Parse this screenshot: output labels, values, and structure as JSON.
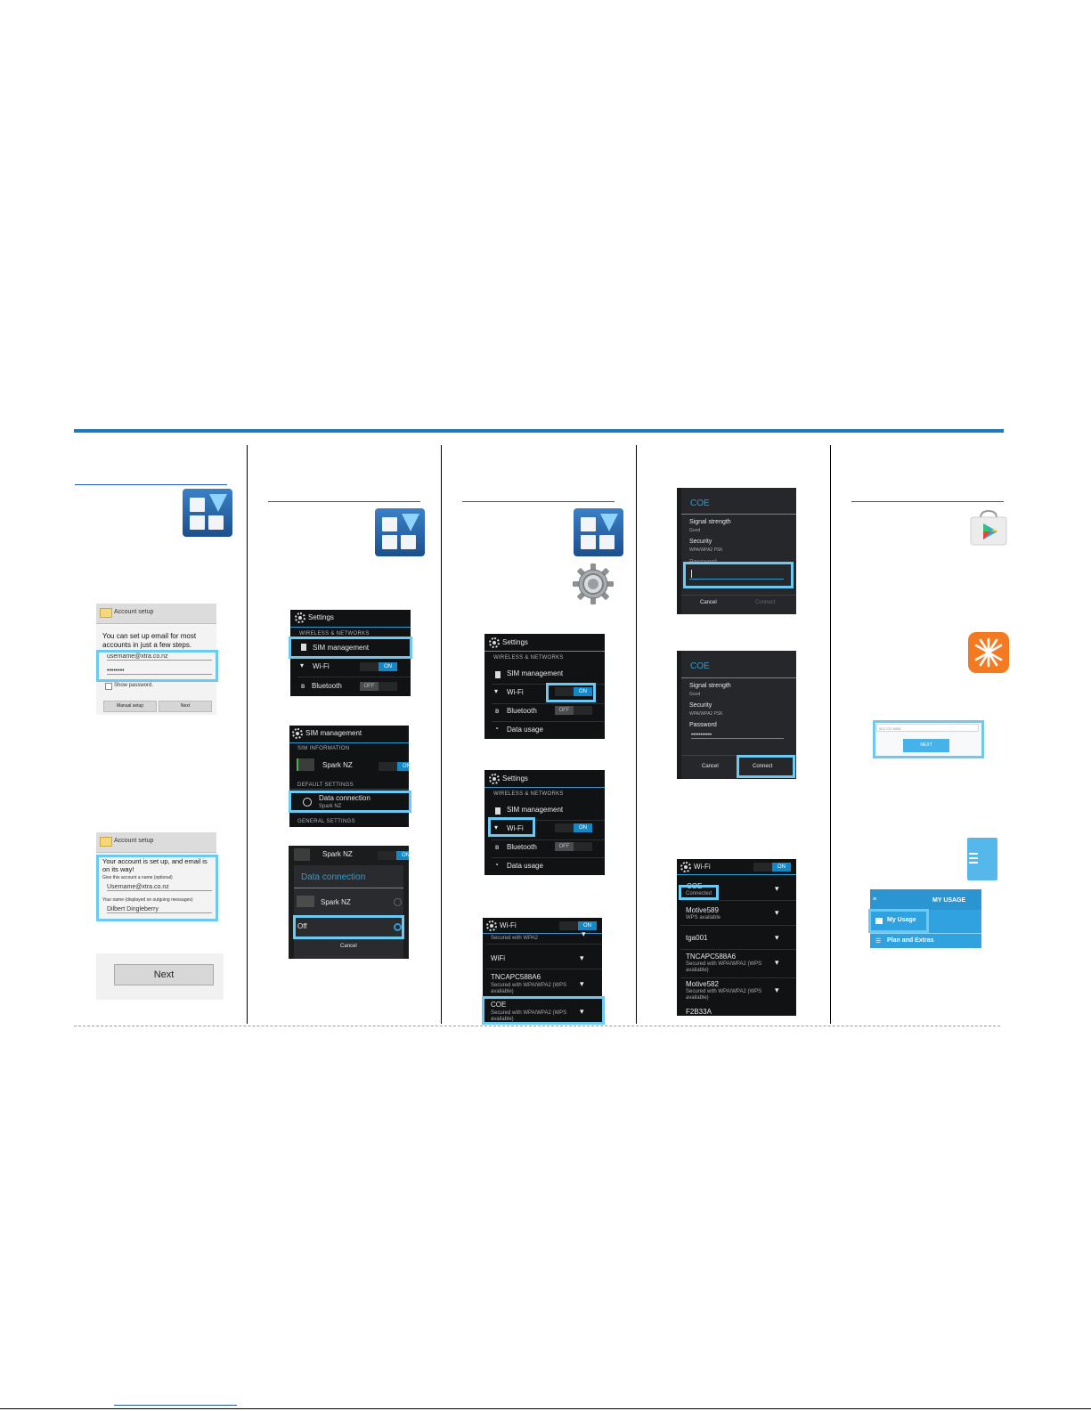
{
  "account1": {
    "title": "Account setup",
    "intro": "You can set up email for most accounts in just a few steps.",
    "email": "username@xtra.co.nz",
    "password": "••••••••",
    "show_password": "Show password.",
    "manual_setup": "Manual setup",
    "next": "Next"
  },
  "account2": {
    "title": "Account setup",
    "message": "Your account is set up, and email is on its way!",
    "name_label": "Give this account a name (optional)",
    "name_value": "Username@xtra.co.nz",
    "your_name_label": "Your name (displayed on outgoing messages)",
    "your_name_value": "Dilbert Dingleberry"
  },
  "next_button": {
    "label": "Next"
  },
  "settings1": {
    "title": "Settings",
    "section": "WIRELESS & NETWORKS",
    "sim": "SIM management",
    "wifi": "Wi-Fi",
    "wifi_state": "ON",
    "bluetooth": "Bluetooth",
    "bluetooth_state": "OFF"
  },
  "sim_mgmt": {
    "title": "SIM management",
    "section_info": "SIM INFORMATION",
    "carrier": "Spark NZ",
    "carrier_state": "ON",
    "section_default": "DEFAULT SETTINGS",
    "data_connection": "Data connection",
    "data_connection_sub": "Spark NZ",
    "section_general": "GENERAL SETTINGS"
  },
  "data_dialog": {
    "carrier": "Spark NZ",
    "carrier_state": "ON",
    "title": "Data connection",
    "option1": "Spark NZ",
    "option2": "Off",
    "cancel": "Cancel"
  },
  "settings2": {
    "title": "Settings",
    "section": "WIRELESS & NETWORKS",
    "sim": "SIM management",
    "wifi": "Wi-Fi",
    "wifi_state": "ON",
    "bluetooth": "Bluetooth",
    "bluetooth_state": "OFF",
    "data_usage": "Data usage"
  },
  "settings3": {
    "title": "Settings",
    "section": "WIRELESS & NETWORKS",
    "sim": "SIM management",
    "wifi": "Wi-Fi",
    "wifi_state": "ON",
    "bluetooth": "Bluetooth",
    "bluetooth_state": "OFF",
    "data_usage": "Data usage"
  },
  "wifi_list1": {
    "title": "Wi-Fi",
    "state": "ON",
    "top_sub": "Secured with WPA2",
    "net1": "WiFi",
    "net2": "TNCAPC588A6",
    "net2_sub": "Secured with WPA/WPA2 (WPS available)",
    "net3": "COE",
    "net3_sub": "Secured with WPA/WPA2 (WPS available)"
  },
  "coe_dialog1": {
    "title": "COE",
    "signal_label": "Signal strength",
    "signal_value": "Good",
    "security_label": "Security",
    "security_value": "WPA/WPA2 PSK",
    "password_label": "Password",
    "cancel": "Cancel",
    "connect": "Connect"
  },
  "coe_dialog2": {
    "title": "COE",
    "signal_label": "Signal strength",
    "signal_value": "Good",
    "security_label": "Security",
    "security_value": "WPA/WPA2 PSK",
    "password_label": "Password",
    "password_value": "•••••••••••",
    "cancel": "Cancel",
    "connect": "Connect"
  },
  "wifi_list2": {
    "title": "Wi-Fi",
    "state": "ON",
    "net1": "COE",
    "net1_sub": "Connected",
    "net2": "Motive589",
    "net2_sub": "WPS available",
    "net3": "tga001",
    "net4": "TNCAPC588A6",
    "net4_sub": "Secured with WPA/WPA2 (WPS available)",
    "net5": "Motive582",
    "net5_sub": "Secured with WPA/WPA2 (WPS available)",
    "net6": "F2B33A"
  },
  "login_mini": {
    "field": "022 123 5344",
    "button": "NEXT"
  },
  "usage_menu": {
    "header": "MY USAGE",
    "item1": "My Usage",
    "item2": "Plan and Extras"
  },
  "colors": {
    "rule_blue": "#1f7bbd",
    "highlight": "#6cc9f2",
    "android_blue": "#2a9fd6",
    "toggle_on": "#1488c6"
  },
  "icons": [
    "apps-icon",
    "settings-gear-icon",
    "play-store-icon",
    "spark-icon",
    "menu-icon",
    "wifi-icon",
    "bluetooth-icon",
    "sim-icon",
    "globe-icon",
    "data-usage-icon",
    "home-icon",
    "list-icon"
  ]
}
